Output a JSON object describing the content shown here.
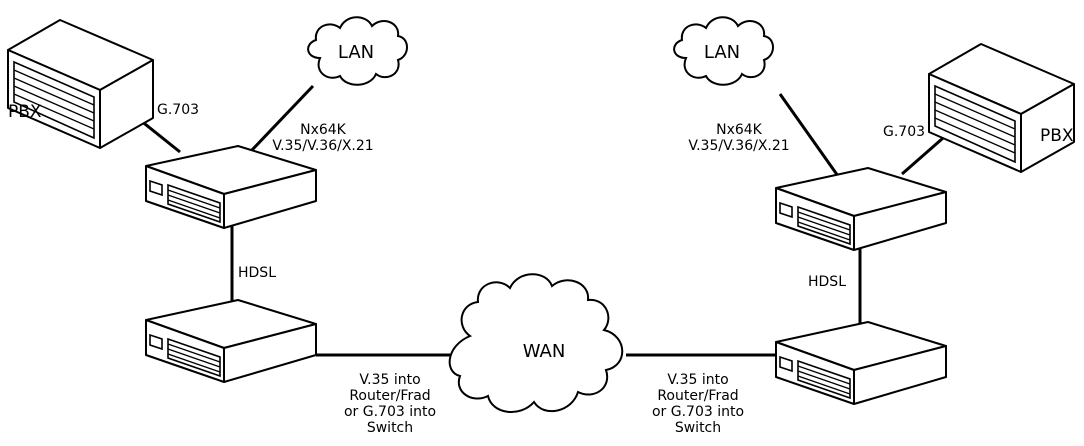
{
  "left_site": {
    "pbx_label": "PBX",
    "pbx_link_label": "G.703",
    "lan_label": "LAN",
    "lan_link_label_lines": [
      "Nx64K",
      "V.35/V.36/X.21"
    ],
    "hdsl_label": "HDSL",
    "wan_link_label_lines": [
      "V.35 into",
      "Router/Frad",
      "or G.703 into",
      "Switch"
    ]
  },
  "right_site": {
    "pbx_label": "PBX",
    "pbx_link_label": "G.703",
    "lan_label": "LAN",
    "lan_link_label_lines": [
      "Nx64K",
      "V.35/V.36/X.21"
    ],
    "hdsl_label": "HDSL",
    "wan_link_label_lines": [
      "V.35 into",
      "Router/Frad",
      "or G.703 into",
      "Switch"
    ]
  },
  "wan": {
    "label": "WAN"
  }
}
